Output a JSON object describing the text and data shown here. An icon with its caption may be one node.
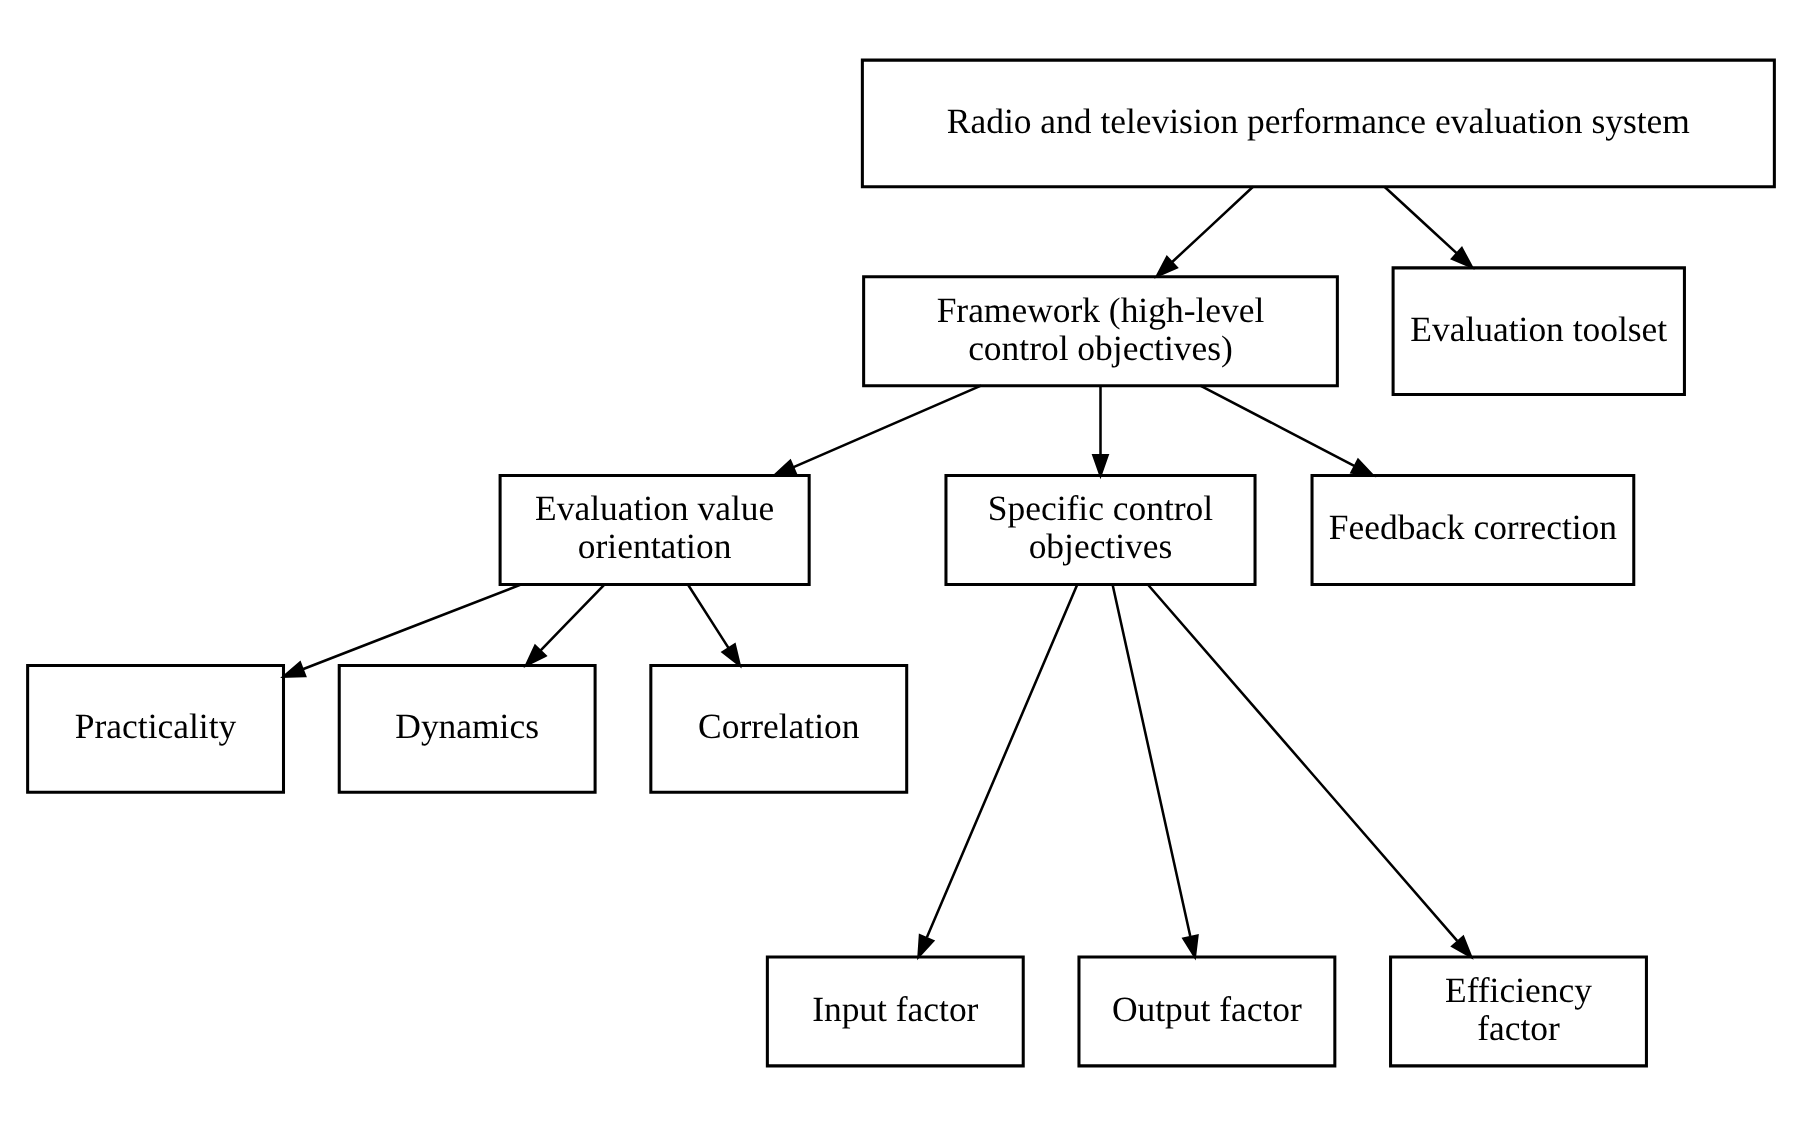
{
  "diagram": {
    "nodes": [
      {
        "text": [
          "Radio and television performance evaluation system"
        ]
      },
      {
        "text": [
          "Framework (high-level control objectives)"
        ]
      },
      {
        "text": [
          "Evaluation toolset"
        ]
      },
      {
        "text": [
          "Evaluation value orientation"
        ]
      },
      {
        "text": [
          "Specific control objectives"
        ]
      },
      {
        "text": [
          "Feedback correction"
        ]
      },
      {
        "text": [
          "Practicality"
        ]
      },
      {
        "text": [
          "Dynamics"
        ]
      },
      {
        "text": [
          "Correlation"
        ]
      },
      {
        "text": [
          "Input factor"
        ]
      },
      {
        "text": [
          "Output factor"
        ]
      },
      {
        "text": [
          "Efficiency factor"
        ]
      }
    ],
    "edges": [
      {
        "from": 0,
        "to": 1,
        "arrow": "to"
      },
      {
        "from": 0,
        "to": 2,
        "arrow": "to"
      },
      {
        "from": 1,
        "to": 3,
        "arrow": "to"
      },
      {
        "from": 1,
        "to": 4,
        "arrow": "to"
      },
      {
        "from": 1,
        "to": 5,
        "arrow": "to"
      },
      {
        "from": 3,
        "to": 6,
        "arrow": "to"
      },
      {
        "from": 3,
        "to": 7,
        "arrow": "to"
      },
      {
        "from": 3,
        "to": 8,
        "arrow": "to"
      },
      {
        "from": 4,
        "to": 9,
        "arrow": "to"
      },
      {
        "from": 4,
        "to": 10,
        "arrow": "to"
      },
      {
        "from": 4,
        "to": 11,
        "arrow": "to"
      }
    ]
  }
}
